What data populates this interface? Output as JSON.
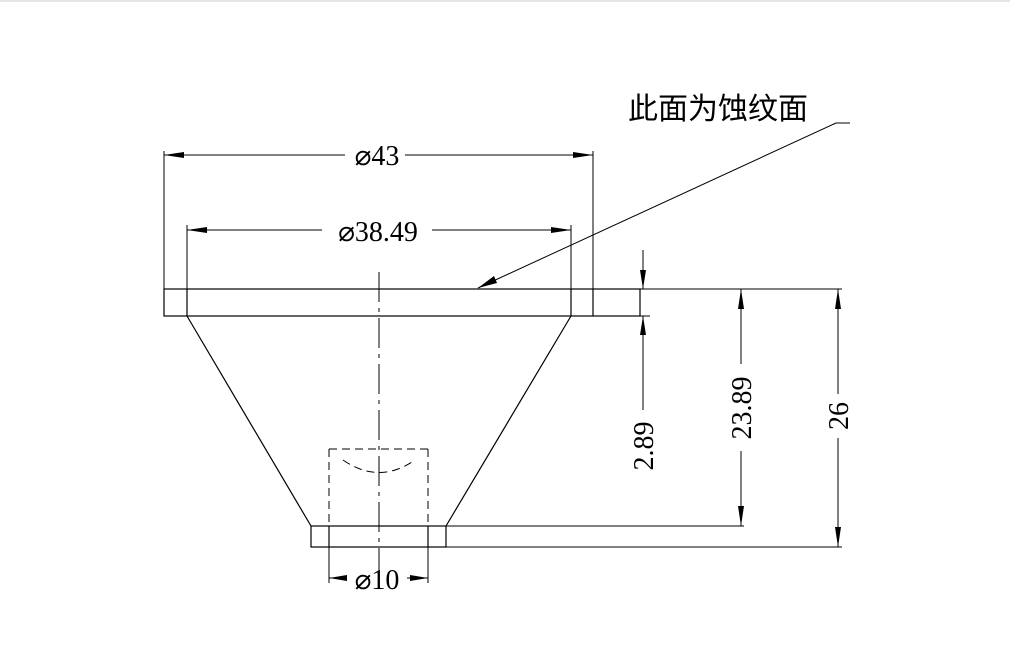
{
  "annotation": {
    "note_text": "此面为蚀纹面"
  },
  "dimensions": {
    "outer_diameter": "⌀43",
    "inner_diameter": "⌀38.49",
    "bottom_diameter": "⌀10",
    "flange_thickness": "2.89",
    "cone_height": "23.89",
    "total_height": "26"
  }
}
